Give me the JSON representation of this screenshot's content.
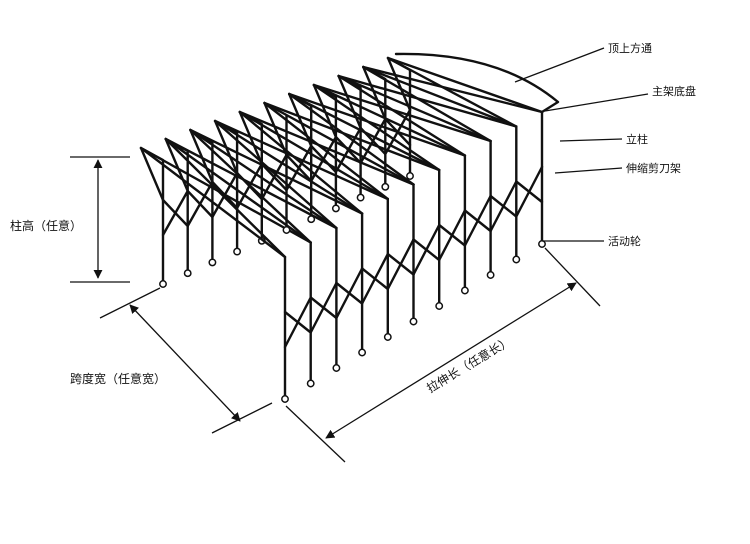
{
  "callouts": {
    "top_beam": "顶上方通",
    "main_frame_base": "主架底盘",
    "post": "立柱",
    "scissor_frame": "伸缩剪刀架",
    "caster": "活动轮"
  },
  "dimensions": {
    "post_height": "柱高（任意）",
    "span_width": "跨度宽（任意宽）",
    "extension_length": "拉伸长（任意长）"
  },
  "structure": {
    "frame_count": 11
  }
}
